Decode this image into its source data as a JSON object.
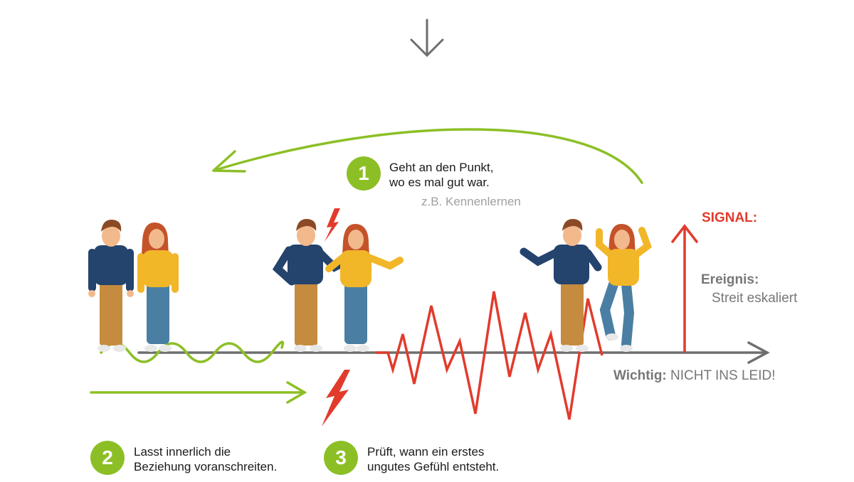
{
  "colors": {
    "green": "#8cbf26",
    "red": "#e23b2c",
    "gray": "#777777",
    "axis": "#6e6e6e"
  },
  "icons": [
    "down-arrow-icon",
    "lightning-icon",
    "person-man-icon",
    "person-woman-icon"
  ],
  "steps": [
    {
      "number": "1",
      "line1": "Geht an den Punkt,",
      "line2": "wo es mal gut war.",
      "hint": "z.B. Kennenlernen"
    },
    {
      "number": "2",
      "line1": "Lasst innerlich  die",
      "line2": "Beziehung voranschreiten."
    },
    {
      "number": "3",
      "line1": "Prüft, wann ein erstes",
      "line2": "ungutes Gefühl entsteht."
    }
  ],
  "signal": {
    "label": "SIGNAL:",
    "event_label": "Ereignis:",
    "event_text": "Streit eskaliert"
  },
  "important": {
    "label": "Wichtig:",
    "text": "NICHT INS LEID!"
  }
}
